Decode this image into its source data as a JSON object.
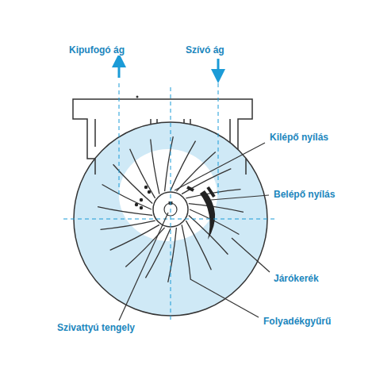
{
  "diagram": {
    "labels": [
      "Kipufogó ág",
      "Szívó ág",
      "Kilépő nyílás",
      "Belépő nyílás",
      "Járókerék",
      "Folyadékgyűrű",
      "Szivattyú tengely"
    ]
  }
}
